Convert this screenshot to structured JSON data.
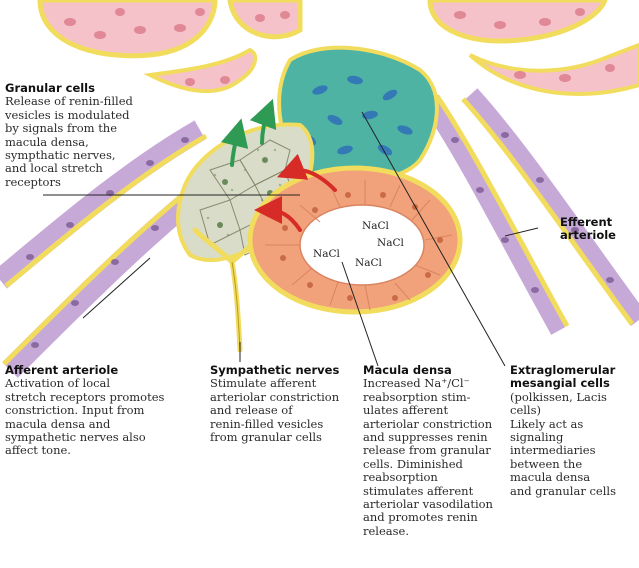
{
  "labels": {
    "granular": {
      "title": "Granular cells",
      "lines": [
        "Release of renin-filled",
        "vesicles is modulated",
        "by signals from the",
        "macula densa,",
        "sympthatic nerves,",
        "and local stretch",
        "receptors"
      ]
    },
    "efferent": {
      "title_lines": [
        "Efferent",
        "arteriole"
      ]
    },
    "afferent": {
      "title": "Afferent arteriole",
      "lines": [
        "Activation of local",
        "stretch receptors promotes",
        "constriction. Input from",
        "macula densa and",
        "sympathetic nerves also",
        "affect tone."
      ]
    },
    "sympathetic": {
      "title": "Sympathetic nerves",
      "lines": [
        "Stimulate afferent",
        "arteriolar constriction",
        "and release of",
        "renin-filled vesicles",
        "from granular cells"
      ]
    },
    "macula": {
      "title": "Macula densa",
      "lines": [
        "Increased Na⁺/Cl⁻",
        "reabsorption stim-",
        "ulates afferent",
        "arteriolar constriction",
        "and suppresses renin",
        "release from granular",
        "cells. Diminished",
        "reabsorption",
        "stimulates afferent",
        "arteriolar vasodilation",
        "and promotes renin",
        "release."
      ]
    },
    "mesangial": {
      "title_lines": [
        "Extraglomerular",
        "mesangial cells"
      ],
      "lines": [
        "(polkissen, Lacis",
        "cells)",
        "Likely act as",
        "signaling",
        "intermediaries",
        "between the",
        "macula densa",
        "and granular cells"
      ]
    }
  },
  "nacl_text": "NaCl",
  "colors": {
    "yellow": "#f2dc5d",
    "yellow_edge": "#b99a1e",
    "pink": "#f4c2c8",
    "pink_cell": "#e08896",
    "lavender": "#c7a9d8",
    "lavender_edge": "#8a6aa0",
    "teal": "#4fb3a4",
    "blue_nuclei": "#2f6fb8",
    "macula": "#f2a27a",
    "granular": "#d9dcc8",
    "red_arrow": "#d62b26",
    "green_arrow": "#2e9a54"
  }
}
